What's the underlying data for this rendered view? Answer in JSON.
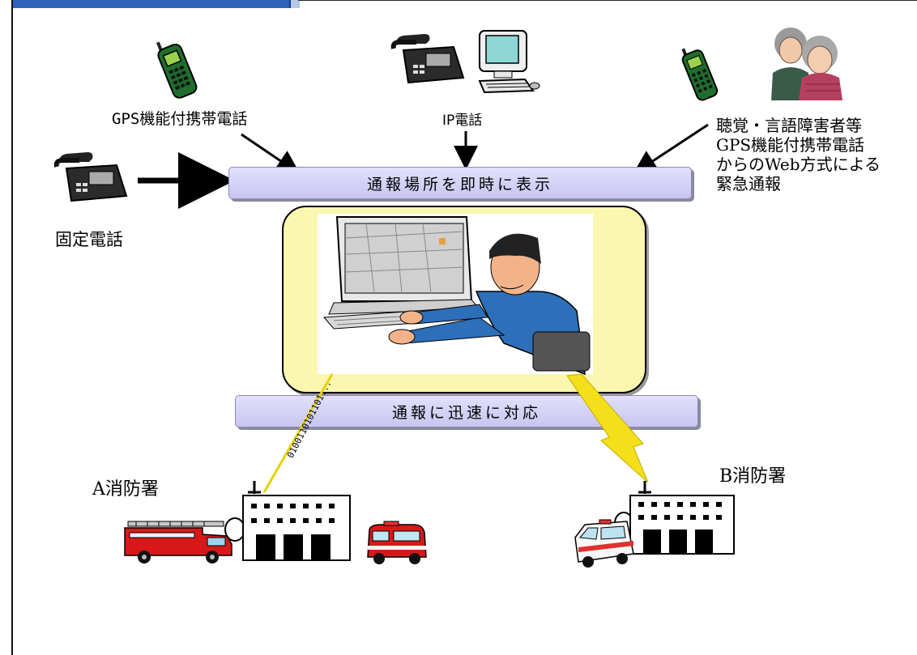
{
  "diagram": {
    "top_banner": "通報場所を即時に表示",
    "bottom_banner": "通報に迅速に対応",
    "sources": {
      "gps_phone": "GPS機能付携帯電話",
      "ip_phone": "IP電話",
      "hearing_impaired": [
        "聴覚・言語障害者等",
        "GPS機能付携帯電話",
        "からのWeb方式による",
        "緊急通報"
      ],
      "landline": "固定電話"
    },
    "stations": {
      "a": "A消防署",
      "b": "B消防署"
    },
    "data_stream": "0100110101101..."
  },
  "colors": {
    "banner": "#d6d4f5",
    "dispatch_bg": "#fbf6b0",
    "frame_accent": "#2f62b9",
    "data_link": "#e6d200",
    "fire_engine": "#d81818"
  },
  "icons": [
    "phone-icon",
    "mobile-phone-icon",
    "computer-icon",
    "elderly-couple-icon",
    "dispatcher-icon",
    "fire-station-icon",
    "fire-engine-icon",
    "ambulance-icon"
  ]
}
